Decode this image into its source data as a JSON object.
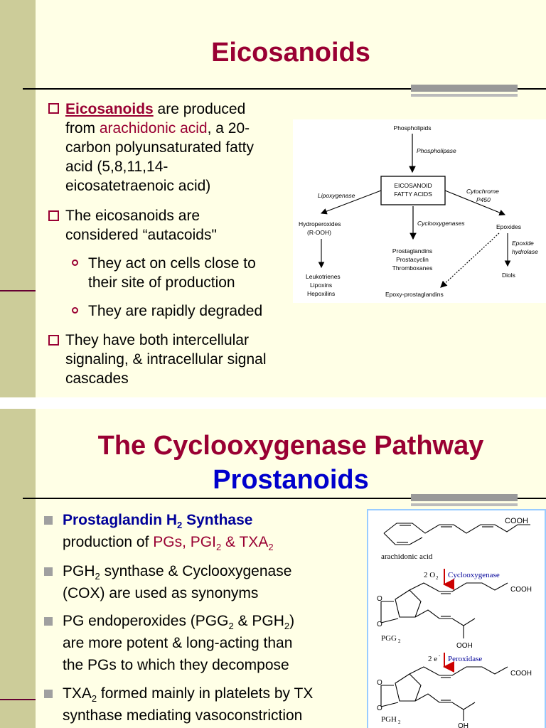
{
  "slide1": {
    "title": "Eicosanoids",
    "b1": {
      "term": "Eicosanoids",
      "t1": " are produced",
      "t2": "from ",
      "aa": "arachidonic acid",
      "t3": ", a 20-",
      "l3": "carbon polyunsaturated fatty",
      "l4": "acid (5,8,11,14-",
      "l5": "eicosatetraenoic acid)"
    },
    "b2": {
      "l1": "The eicosanoids are",
      "l2": "considered “autacoids\""
    },
    "s1": {
      "l1": "They act on cells close to",
      "l2": "their site of production"
    },
    "s2": {
      "l1": "They are rapidly degraded"
    },
    "b3": {
      "l1": "They have both intercellular",
      "l2": "signaling, & intracellular signal",
      "l3": "cascades"
    },
    "diagram": {
      "phospholipids": "Phospholipids",
      "phospholipase": "Phospholipase",
      "center1": "EICOSANOID",
      "center2": "FATTY ACIDS",
      "lipoxygenase": "Lipoxygenase",
      "cyt1": "Cytochrome",
      "cyt2": "P450",
      "hydro1": "Hydroperoxides",
      "hydro2": "(R-OOH)",
      "cyclo": "Cyclooxygenases",
      "epoxides": "Epoxides",
      "eh1": "Epoxide",
      "eh2": "hydrolase",
      "pg1": "Prostaglandins",
      "pg2": "Prostacyclin",
      "pg3": "Thromboxanes",
      "lt1": "Leukotrienes",
      "lt2": "Lipoxins",
      "lt3": "Hepoxilins",
      "diols": "Diols",
      "epoxypg": "Epoxy-prostaglandins"
    }
  },
  "slide2": {
    "title1": "The Cyclooxygenase Pathway",
    "title2": "Prostanoids",
    "i1": {
      "a": "Prostaglandin H",
      "sub": "2",
      "b": " Synthase"
    },
    "i1b": {
      "a": "production of ",
      "pgs": "PGs, PGI",
      "sub": "2",
      "amp": " & TXA",
      "sub2": "2"
    },
    "i2": {
      "a": "PGH",
      "sub": "2",
      "b": " synthase & Cyclooxygenase",
      "l2": "(COX) are used as synonyms"
    },
    "i3": {
      "a": "PG endoperoxides (PGG",
      "sub1": "2",
      "b": " & PGH",
      "sub2": "2",
      "c": ")",
      "l2": "are more potent & long-acting than",
      "l3": "the PGs to which they decompose"
    },
    "i4": {
      "a": "TXA",
      "sub": "2",
      "b": " formed mainly in platelets by TX",
      "l2": "synthase mediating vasoconstriction"
    },
    "struct": {
      "cooh": "COOH",
      "aa": "arachidonic acid",
      "o2": "2 O",
      "o2sub": "2",
      "cox": "Cyclooxygenase",
      "o": "O",
      "pgg": "PGG",
      "pggsub": "2",
      "ooh": "OOH",
      "e": "2 e",
      "esup": "-",
      "perox": "Peroxidase",
      "pgh": "PGH",
      "pghsub": "2",
      "oh": "OH"
    }
  }
}
